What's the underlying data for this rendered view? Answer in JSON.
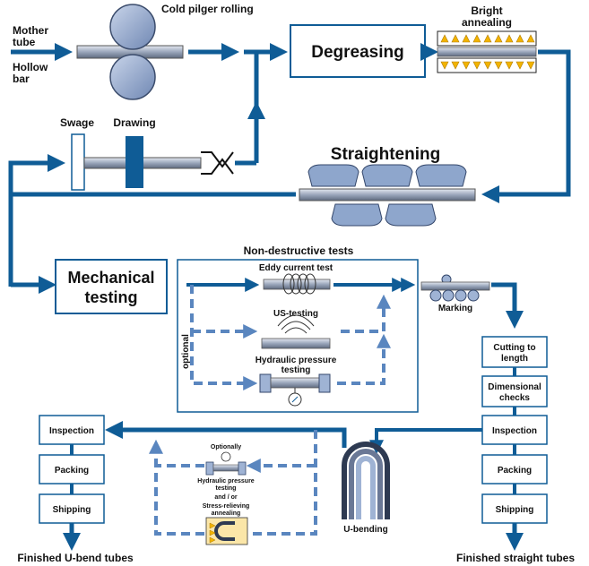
{
  "labels": {
    "mother_tube": "Mother",
    "mother_tube_2": "tube",
    "hollow_bar": "Hollow",
    "hollow_bar_2": "bar",
    "cold_pilger": "Cold pilger rolling",
    "degreasing": "Degreasing",
    "bright_annealing_1": "Bright",
    "bright_annealing_2": "annealing",
    "swage": "Swage",
    "drawing": "Drawing",
    "straightening": "Straightening",
    "mechanical_1": "Mechanical",
    "mechanical_2": "testing",
    "ndt_title": "Non-destructive tests",
    "eddy": "Eddy current test",
    "us_testing": "US-testing",
    "hydraulic_1": "Hydraulic pressure",
    "hydraulic_2": "testing",
    "optional": "optional",
    "marking": "Marking",
    "cutting_1": "Cutting to",
    "cutting_2": "length",
    "dimensional_1": "Dimensional",
    "dimensional_2": "checks",
    "inspection_right": "Inspection",
    "packing_right": "Packing",
    "shipping_right": "Shipping",
    "finished_straight": "Finished straight tubes",
    "inspection_left": "Inspection",
    "packing_left": "Packing",
    "shipping_left": "Shipping",
    "finished_ubend": "Finished U-bend tubes",
    "optionally": "Optionally",
    "hyd_small_1": "Hydraulic pressure",
    "hyd_small_2": "testing",
    "and_or": "and / or",
    "stress_1": "Stress-relieving",
    "stress_2": "annealing",
    "u_bending": "U-bending"
  },
  "colors": {
    "flow_blue": "#0f5c96",
    "dashed_blue": "#5a86bf",
    "tube_blue": "#9fb3d4",
    "tube_dark": "#5d6f8f",
    "box_border": "#0f5c96",
    "flame": "#f2b400"
  }
}
